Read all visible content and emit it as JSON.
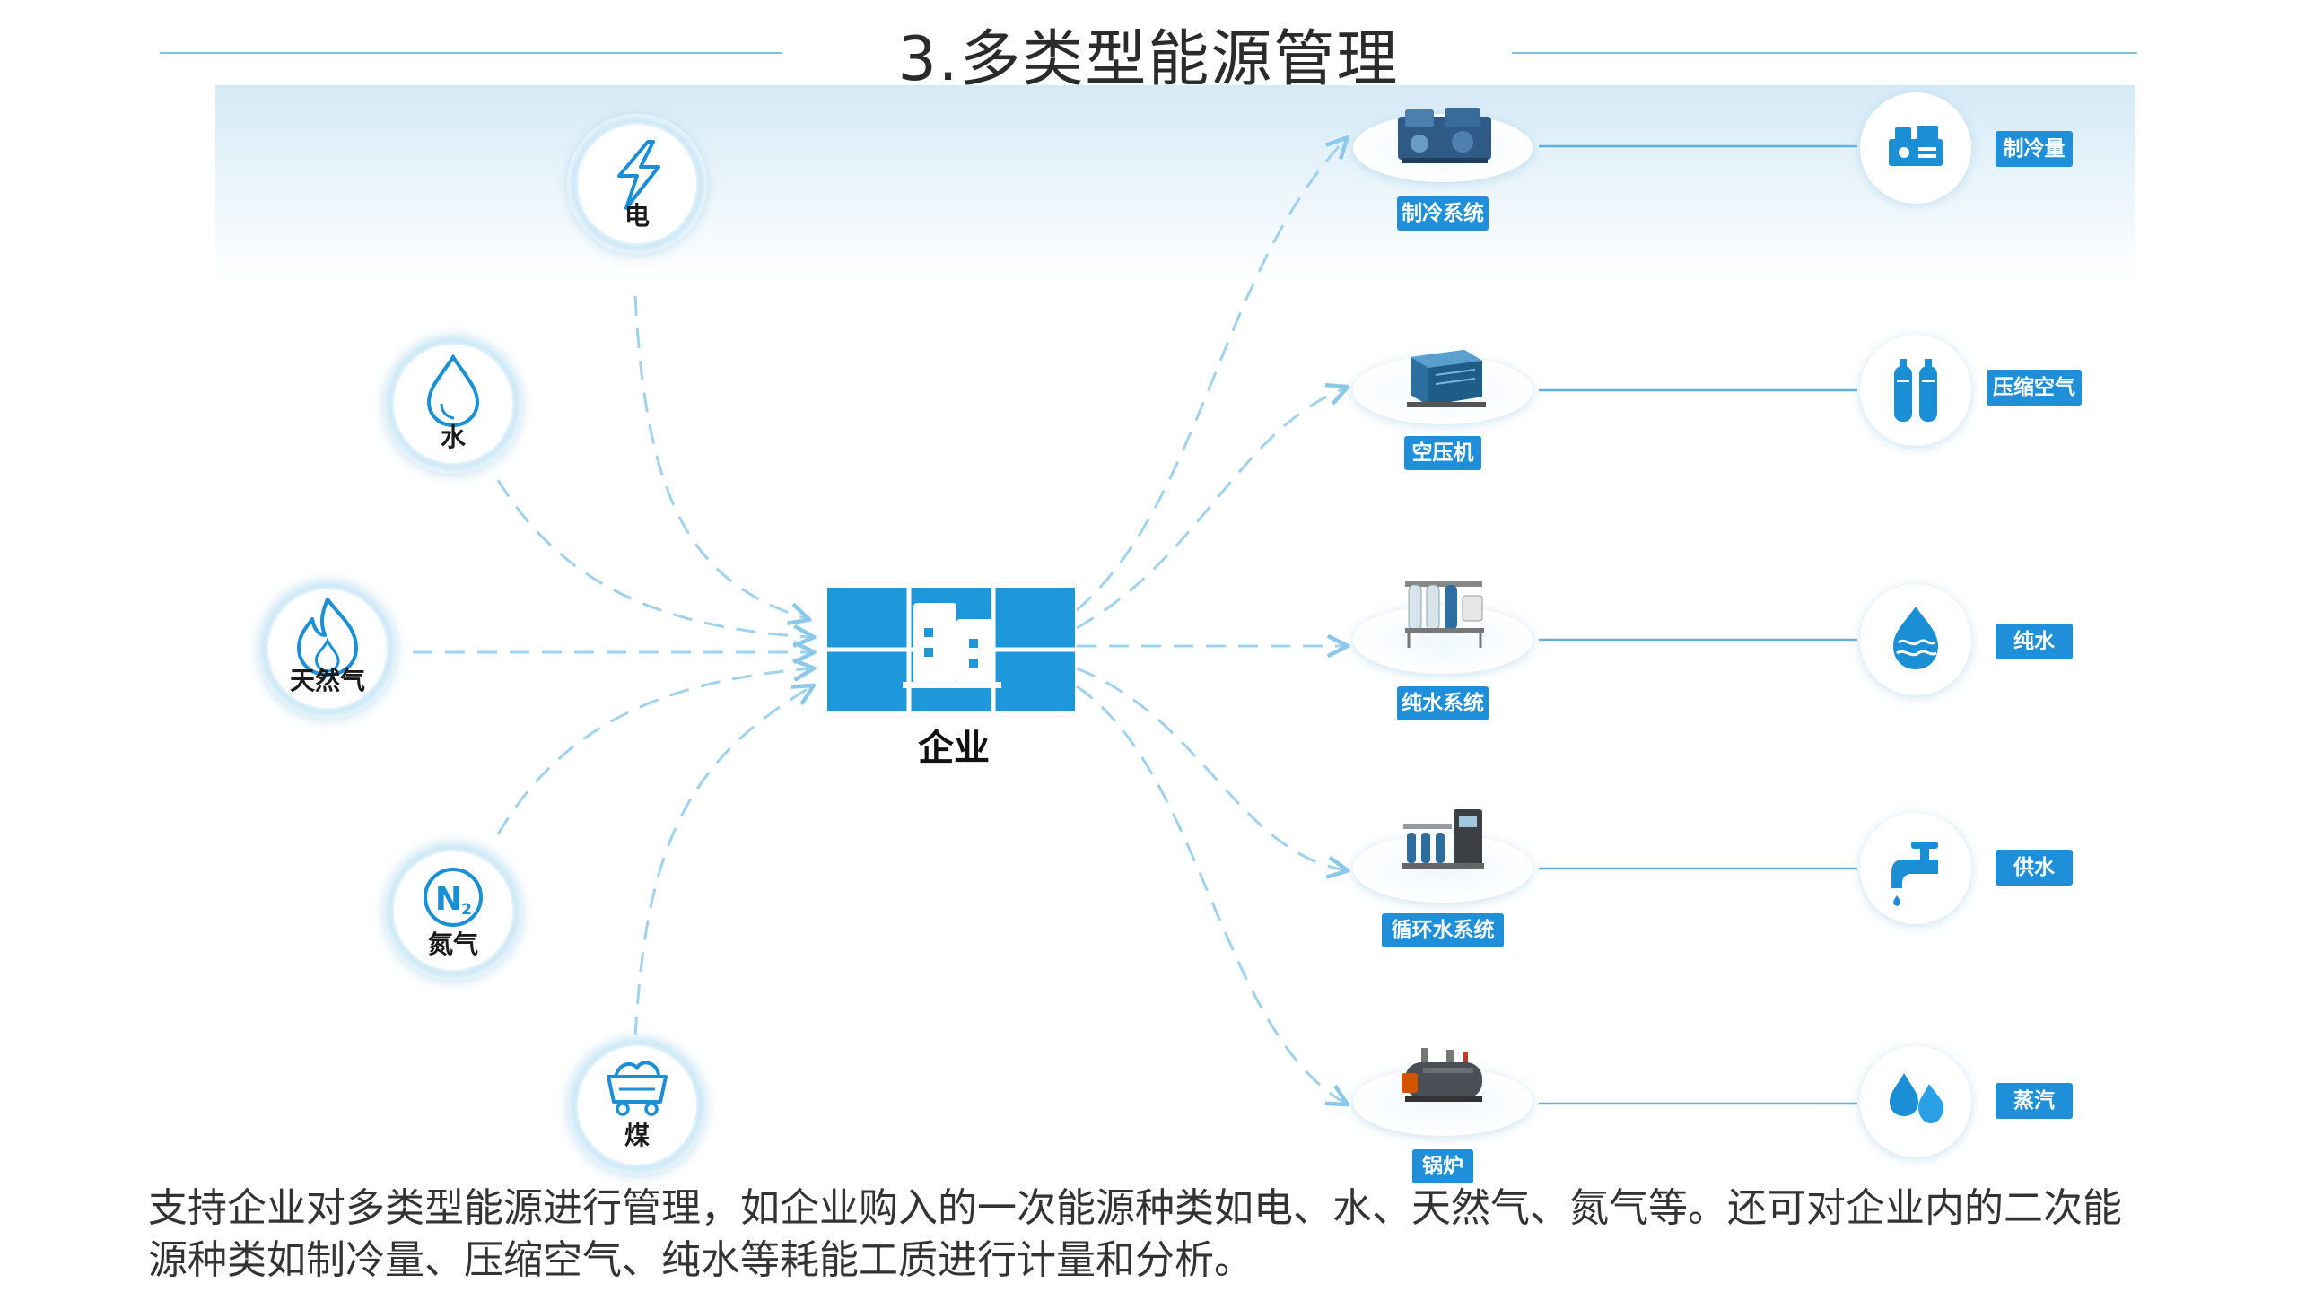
{
  "title": "3.多类型能源管理",
  "center": {
    "label": "企业",
    "icon": "building-icon"
  },
  "sources": [
    {
      "label": "电",
      "icon": "lightning-icon"
    },
    {
      "label": "水",
      "icon": "water-drop-icon"
    },
    {
      "label": "天然气",
      "icon": "flame-icon"
    },
    {
      "label": "氮气",
      "icon": "nitrogen-icon",
      "symbol": "N",
      "subscript": "2"
    },
    {
      "label": "煤",
      "icon": "coal-cart-icon"
    }
  ],
  "systems": [
    {
      "label": "制冷系统",
      "icon": "chiller-unit-icon"
    },
    {
      "label": "空压机",
      "icon": "air-compressor-icon"
    },
    {
      "label": "纯水系统",
      "icon": "water-purifier-icon"
    },
    {
      "label": "循环水系统",
      "icon": "pump-station-icon"
    },
    {
      "label": "锅炉",
      "icon": "boiler-icon"
    }
  ],
  "outputs": [
    {
      "label": "制冷量",
      "icon": "chiller-icon"
    },
    {
      "label": "压缩空气",
      "icon": "gas-cylinders-icon"
    },
    {
      "label": "纯水",
      "icon": "pure-water-icon"
    },
    {
      "label": "供水",
      "icon": "faucet-icon"
    },
    {
      "label": "蒸汽",
      "icon": "steam-drops-icon"
    }
  ],
  "description": "支持企业对多类型能源进行管理，如企业购入的一次能源种类如电、水、天然气、氮气等。还可对企业内的二次能源种类如制冷量、压缩空气、纯水等耗能工质进行计量和分析。",
  "colors": {
    "accent": "#1a8fd6",
    "flow": "#9fd2ee",
    "badge": "#1e8fd8",
    "title_rule": "#7fc3dc"
  }
}
